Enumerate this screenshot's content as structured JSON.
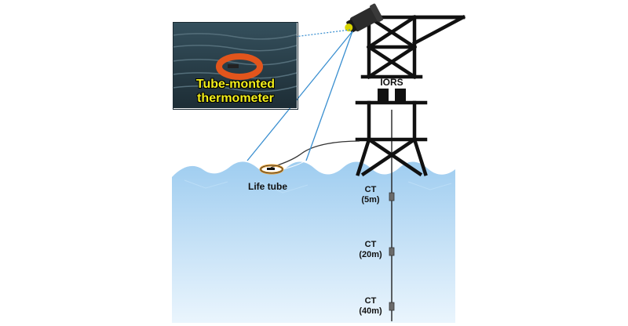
{
  "photo_caption": {
    "line1": "Tube-monted",
    "line2": "thermometer"
  },
  "tower_label": "IORS",
  "life_tube_label": "Life tube",
  "sensors": [
    {
      "name": "CT",
      "depth": "(5m)"
    },
    {
      "name": "CT",
      "depth": "(20m)"
    },
    {
      "name": "CT",
      "depth": "(40m)"
    }
  ],
  "colors": {
    "sea_top": "#a9d2f2",
    "sea_bottom": "#e3f1fc",
    "tower": "#111111",
    "beam": "#3a8fd0",
    "ring": "#e7a23a"
  },
  "icons": [
    "thermal-camera-icon",
    "life-ring-icon"
  ]
}
